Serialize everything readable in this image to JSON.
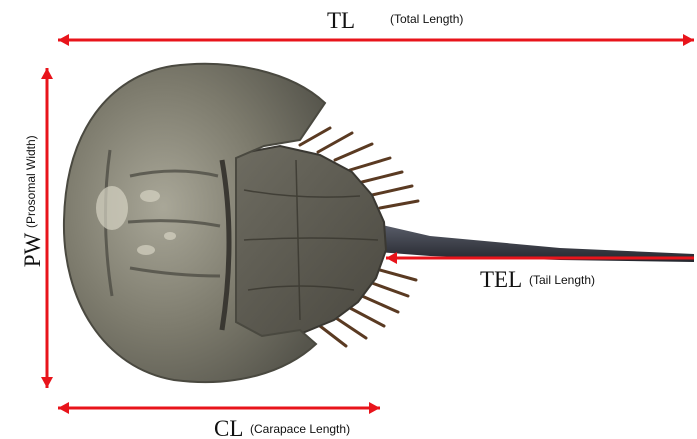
{
  "labels": {
    "tl": {
      "abbr": "TL",
      "full": "(Total Length)"
    },
    "pw": {
      "abbr": "PW",
      "full": "(Prosomal Width)"
    },
    "tel": {
      "abbr": "TEL",
      "full": "(Tail Length)"
    },
    "cl": {
      "abbr": "CL",
      "full": "(Carapace Length)"
    }
  },
  "colors": {
    "arrow": "#e8141b",
    "shell_light": "#b3b2a2",
    "shell_dark": "#4d4a40",
    "tail": "#3a3d47"
  }
}
